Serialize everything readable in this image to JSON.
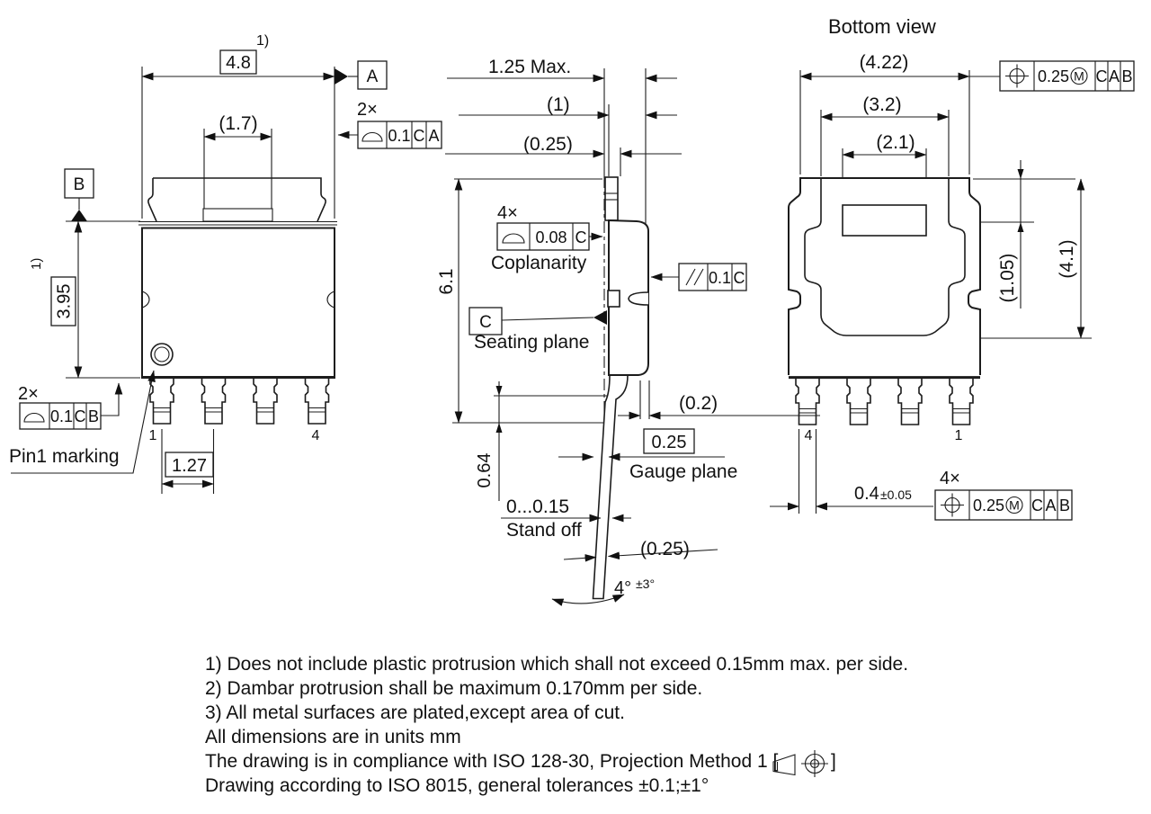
{
  "front": {
    "datum_a": "A",
    "datum_b": "B",
    "sup_width": "1)",
    "dim_width": "4.8",
    "dim_tab": "(1.7)",
    "sup_height": "1)",
    "dim_height": "3.95",
    "dim_pitch": "1.27",
    "qty_top": "2×",
    "fcf_top": {
      "tol": "0.1",
      "d1": "C",
      "d2": "A"
    },
    "qty_bottom": "2×",
    "fcf_bottom": {
      "tol": "0.1",
      "d1": "C",
      "d2": "B"
    },
    "pin_first": "1",
    "pin_last": "4",
    "pin1_marking": "Pin1 marking"
  },
  "side": {
    "dim_max_height": "1.25 Max.",
    "dim_body_height": "(1)",
    "dim_tab_clearance": "(0.25)",
    "dim_length": "6.1",
    "qty_coplanarity": "4×",
    "fcf_coplanarity": {
      "tol": "0.08",
      "d1": "C"
    },
    "label_coplanarity": "Coplanarity",
    "fcf_parallel": {
      "tol": "0.1",
      "d1": "C"
    },
    "datum_c": "C",
    "label_seating": "Seating plane",
    "dim_lead_offset": "(0.2)",
    "dim_gauge": "0.25",
    "label_gauge": "Gauge plane",
    "dim_foot_length": "0.64",
    "dim_standoff": "0...0.15",
    "label_standoff": "Stand off",
    "dim_foot_thickness": "(0.25)",
    "dim_angle": "4°",
    "dim_angle_tol": "±3°"
  },
  "bottom": {
    "title": "Bottom view",
    "dim_tab_width": "(4.22)",
    "dim_pad_width": "(3.2)",
    "dim_die_width": "(2.1)",
    "dim_tab_height": "(1.05)",
    "dim_pad_height": "(4.1)",
    "dim_lead_width": "0.4",
    "dim_lead_tol": "±0.05",
    "qty_position": "4×",
    "fcf_top": {
      "tol": "0.25",
      "mod": "M",
      "d1": "C",
      "d2": "A",
      "d3": "B"
    },
    "fcf_bottom": {
      "tol": "0.25",
      "mod": "M",
      "d1": "C",
      "d2": "A",
      "d3": "B"
    },
    "pin_left": "4",
    "pin_right": "1"
  },
  "notes": {
    "line1": "1) Does not include plastic protrusion which shall not exceed 0.15mm max. per side.",
    "line2": "2) Dambar protrusion shall be maximum 0.170mm per side.",
    "line3": "3) All metal surfaces are plated,except area of cut.",
    "line4": "All dimensions are in units mm",
    "line5_prefix": "The drawing is in compliance with ISO 128-30, Projection Method 1 [",
    "line5_suffix": "]",
    "line6": "Drawing according to ISO 8015, general tolerances ±0.1;±1°"
  }
}
